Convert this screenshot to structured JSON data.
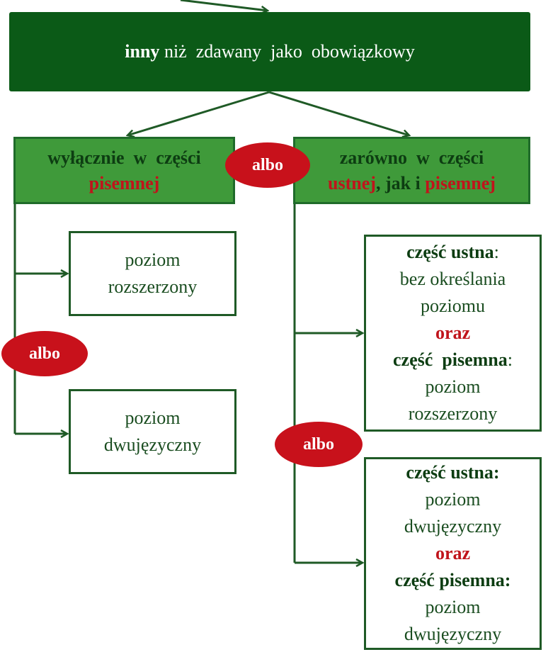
{
  "top": {
    "bold": "inny",
    "rest": "niż  zdawany  jako  obowiązkowy"
  },
  "left_category": {
    "line1": "wyłącznie  w  części",
    "line2": "pisemnej"
  },
  "right_category": {
    "line1": "zarówno  w  części",
    "part_a": "ustnej",
    "part_b": ", jak i ",
    "part_c": "pisemnej"
  },
  "albo": {
    "top": "albo",
    "left": "albo",
    "right": "albo"
  },
  "left_options": [
    {
      "line1": "poziom",
      "line2": "rozszerzony"
    },
    {
      "line1": "poziom",
      "line2": "dwujęzyczny"
    }
  ],
  "right_options": [
    {
      "head1_bold": "część ustna",
      "head1_tail": ":",
      "l2": "bez określania",
      "l3": "poziomu",
      "conj": "oraz",
      "head2_bold": "część  pisemna",
      "head2_tail": ":",
      "l5": "poziom",
      "l6": "rozszerzony"
    },
    {
      "head1_bold": "część ustna:",
      "l2": "poziom",
      "l3": "dwujęzyczny",
      "conj": "oraz",
      "head2_bold": "część pisemna:",
      "l5": "poziom",
      "l6": "dwujęzyczny"
    }
  ],
  "colors": {
    "dark_green": "#0b5a17",
    "mid_green": "#3f9a3a",
    "red": "#c8111b",
    "line": "#1f5a26"
  }
}
